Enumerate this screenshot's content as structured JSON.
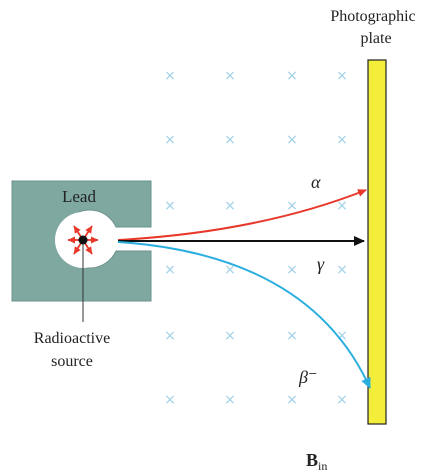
{
  "plate": {
    "label_line1": "Photographic",
    "label_line2": "plate",
    "color": "#f2ee3a"
  },
  "lead": {
    "label": "Lead",
    "color": "#7fa8a0"
  },
  "source": {
    "label_line1": "Radioactive",
    "label_line2": "source",
    "color": "#111111"
  },
  "rays": {
    "alpha": {
      "symbol": "α",
      "color": "#e8382a"
    },
    "gamma": {
      "symbol": "γ",
      "color": "#111111"
    },
    "beta": {
      "symbol": "β⁻",
      "color": "#2aaee0"
    }
  },
  "field": {
    "symbol": "B",
    "subscript": "in",
    "marker": "×",
    "marker_color": "#9fd0e8"
  }
}
